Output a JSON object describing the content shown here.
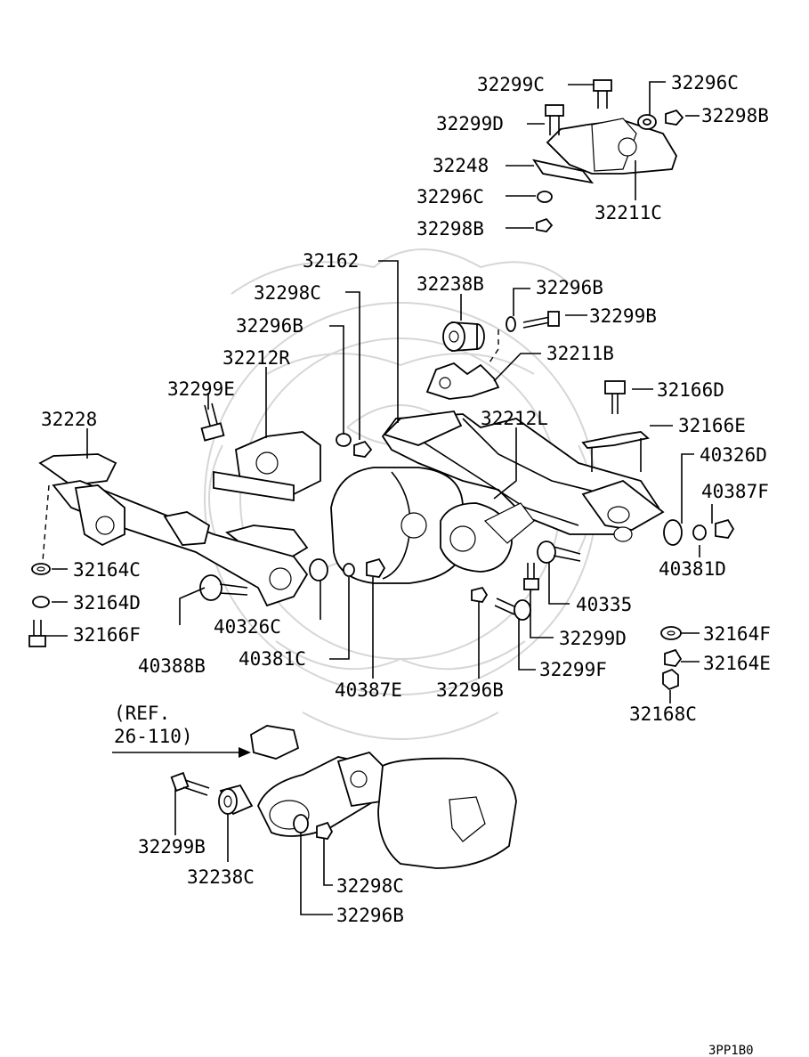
{
  "footer_code": "3PP1B0",
  "reference_note": {
    "line1": "(REF.",
    "line2": "26-110)"
  },
  "callouts": {
    "c32299C": "32299C",
    "c32296C_top": "32296C",
    "c32299D_top": "32299D",
    "c32298B_top": "32298B",
    "c32248": "32248",
    "c32296C_mid": "32296C",
    "c32211C": "32211C",
    "c32298B_mid": "32298B",
    "c32162": "32162",
    "c32238B": "32238B",
    "c32296B_top": "32296B",
    "c32298C_top": "32298C",
    "c32299B_top": "32299B",
    "c32296B_left": "32296B",
    "c32211B": "32211B",
    "c32212R": "32212R",
    "c32166D": "32166D",
    "c32299E": "32299E",
    "c32212L": "32212L",
    "c32166E": "32166E",
    "c32228": "32228",
    "c40326D": "40326D",
    "c40387F": "40387F",
    "c32164C": "32164C",
    "c40381D": "40381D",
    "c32164D": "32164D",
    "c40335": "40335",
    "c32166F": "32166F",
    "c40326C": "40326C",
    "c32299D_low": "32299D",
    "c32164F": "32164F",
    "c40388B": "40388B",
    "c40381C": "40381C",
    "c32299F": "32299F",
    "c32164E": "32164E",
    "c40387E": "40387E",
    "c32296B_low": "32296B",
    "c32168C": "32168C",
    "c32299B_bot": "32299B",
    "c32238C": "32238C",
    "c32298C_bot": "32298C",
    "c32296B_bot": "32296B"
  }
}
